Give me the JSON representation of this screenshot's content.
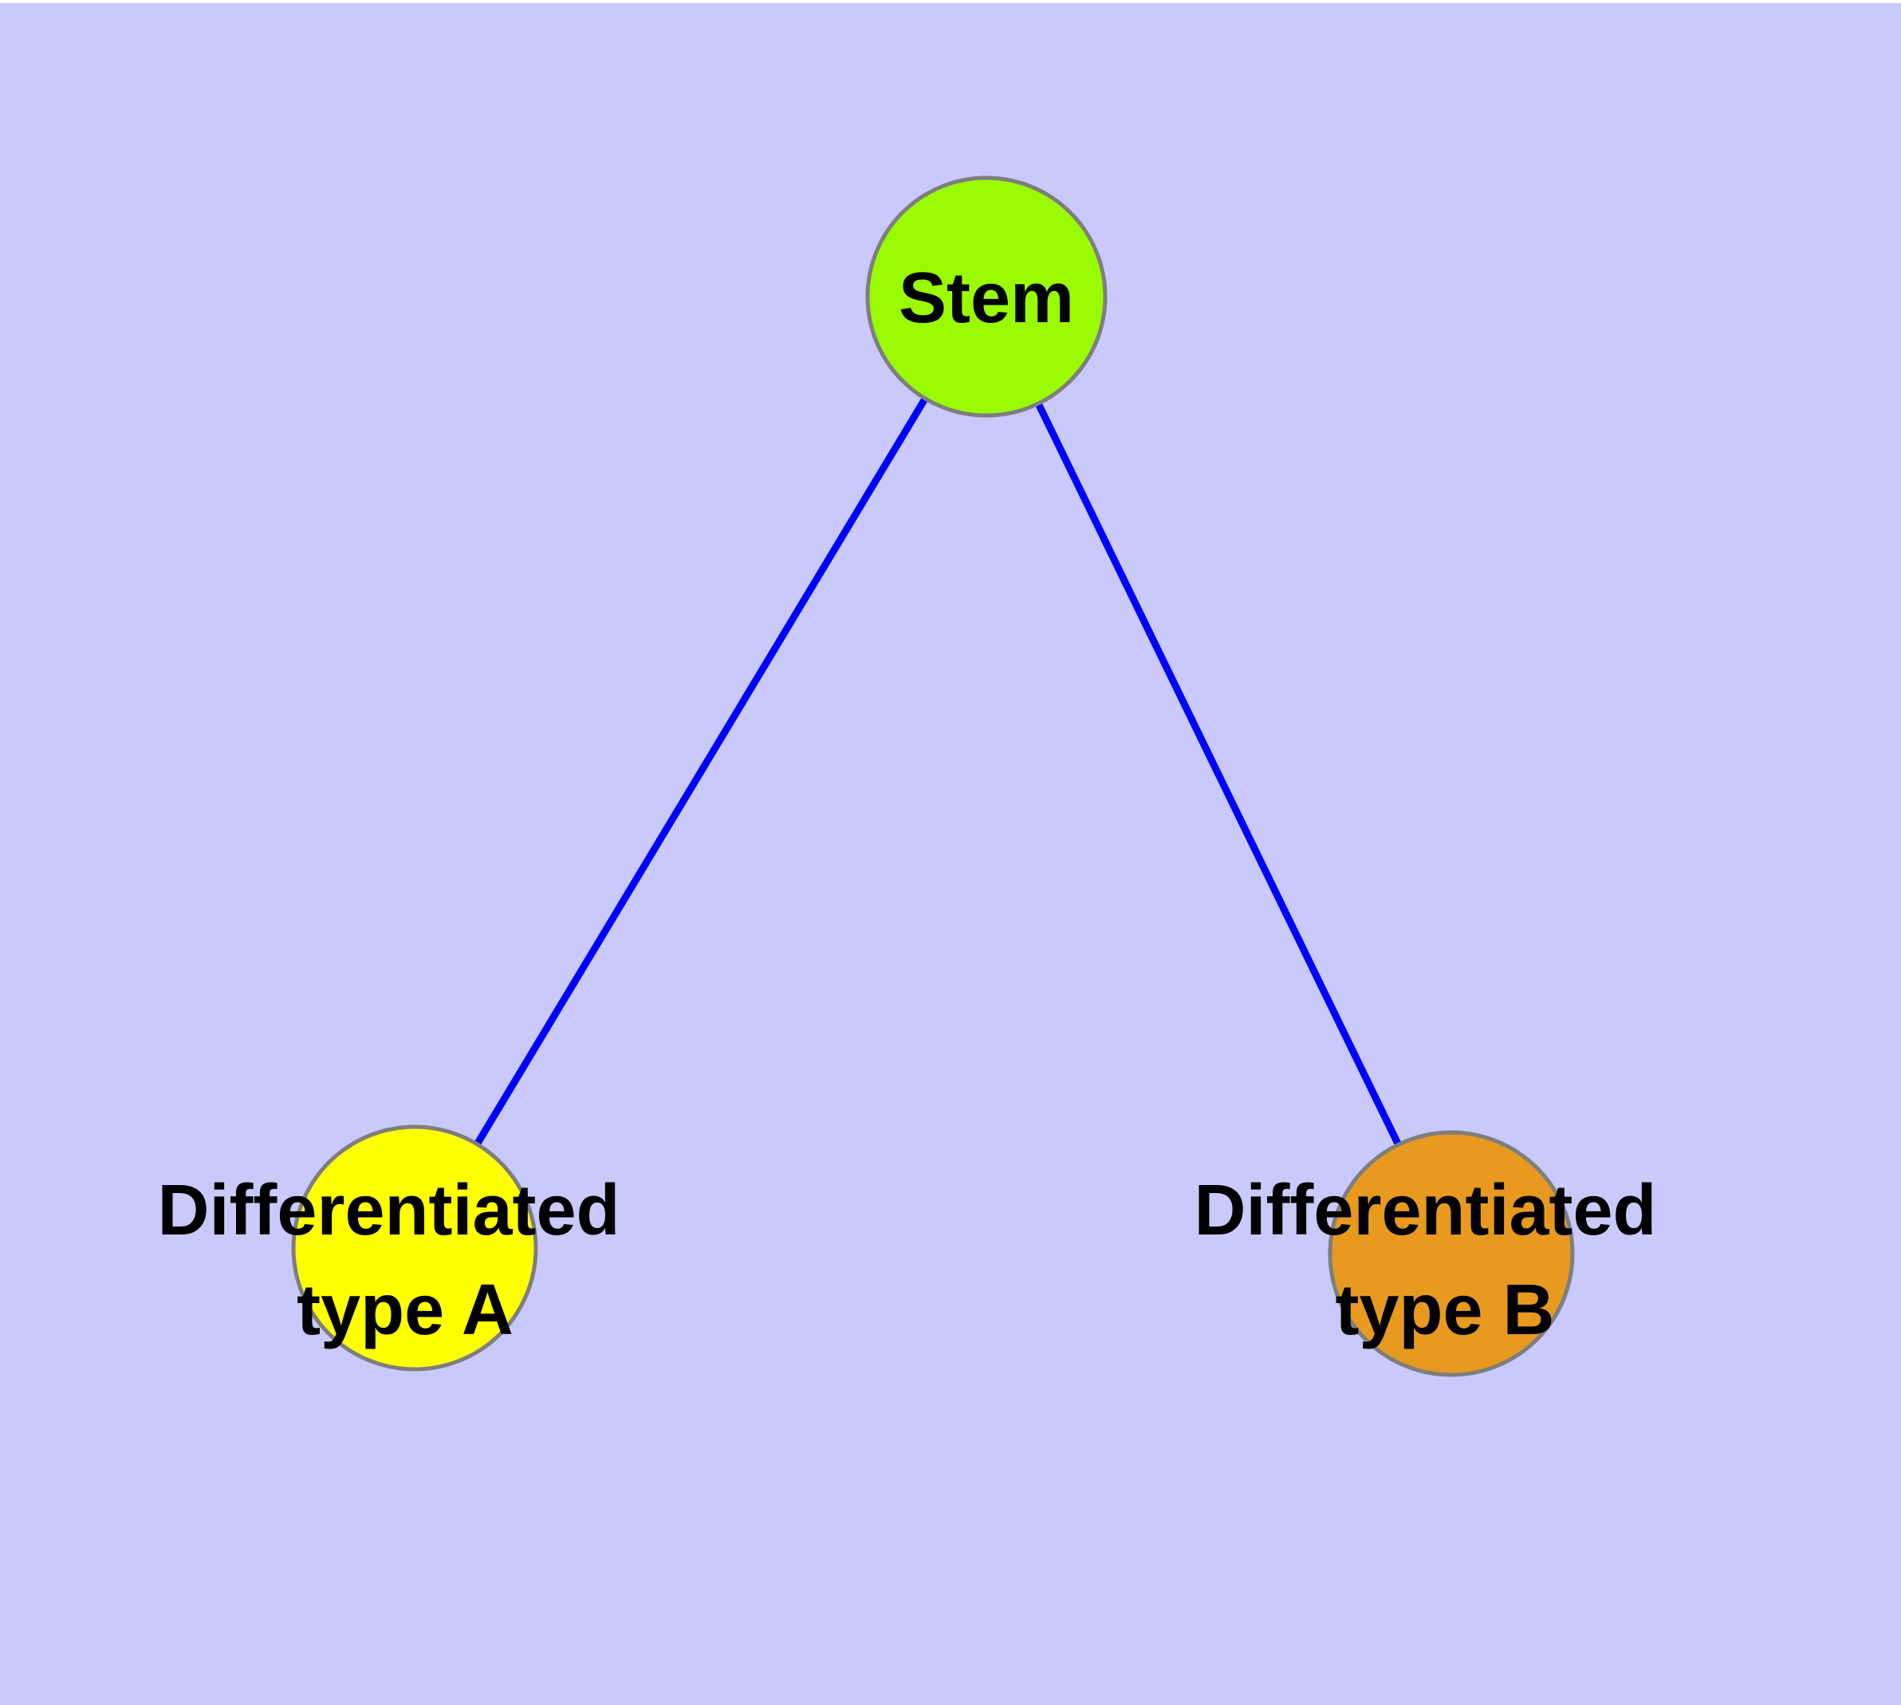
{
  "diagram": {
    "type": "node-link-graph",
    "background_color": "#C9C9FB",
    "top_border_color": "#FFFFFF",
    "edge_color": "#0000FF",
    "node_border_color": "#7E7E7E",
    "label_color": "#000000",
    "nodes": [
      {
        "id": "stem",
        "label": "Stem",
        "color": "#9AFB00"
      },
      {
        "id": "differentiated-type-a",
        "label": "Differentiated type A",
        "label_line1": "Differentiated",
        "label_line2": "type A",
        "color": "#FFFF00"
      },
      {
        "id": "differentiated-type-b",
        "label": "Differentiated type B",
        "label_line1": "Differentiated",
        "label_line2": "type B",
        "color": "#E79A1F"
      }
    ],
    "edges": [
      {
        "from": "Stem",
        "to": "Differentiated type A"
      },
      {
        "from": "Stem",
        "to": "Differentiated type B"
      }
    ]
  }
}
